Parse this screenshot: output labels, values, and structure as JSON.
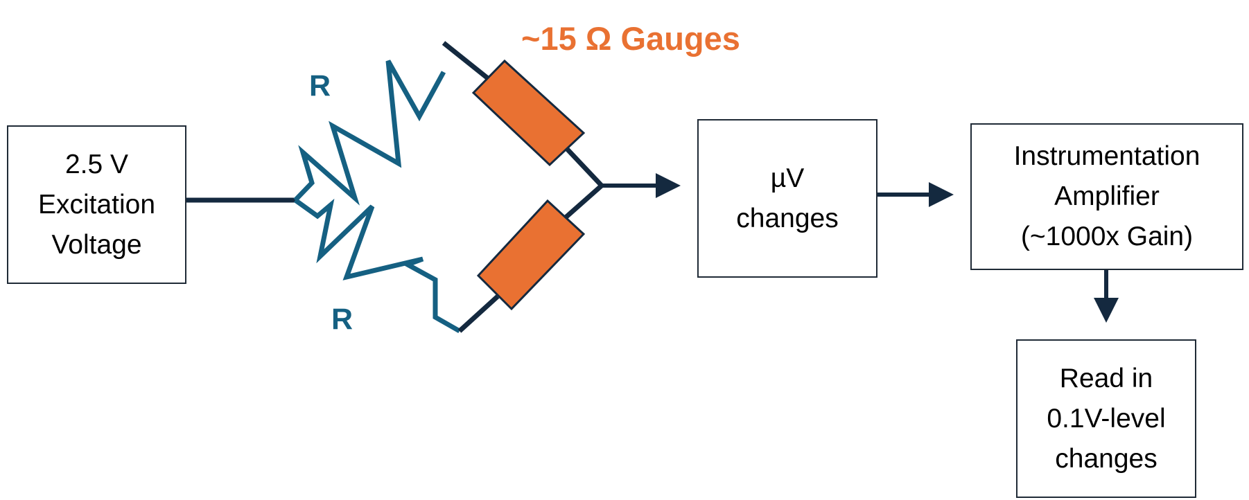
{
  "diagram": {
    "gauges_label": "~15 Ω Gauges",
    "resistor_top_label": "R",
    "resistor_bottom_label": "R",
    "excitation_box": {
      "lines": [
        "2.5 V",
        "Excitation",
        "Voltage"
      ]
    },
    "uv_box": {
      "lines": [
        "µV",
        "changes"
      ]
    },
    "amplifier_box": {
      "lines": [
        "Instrumentation",
        "Amplifier",
        "(~1000x Gain)"
      ]
    },
    "read_box": {
      "lines": [
        "Read in",
        "0.1V-level",
        "changes"
      ]
    },
    "colors": {
      "wire": "#14293f",
      "resistor": "#156082",
      "gauge_fill": "#e97132",
      "gauge_stroke": "#14293f",
      "gauge_label": "#e97132",
      "box_border": "#1f2a36"
    }
  }
}
